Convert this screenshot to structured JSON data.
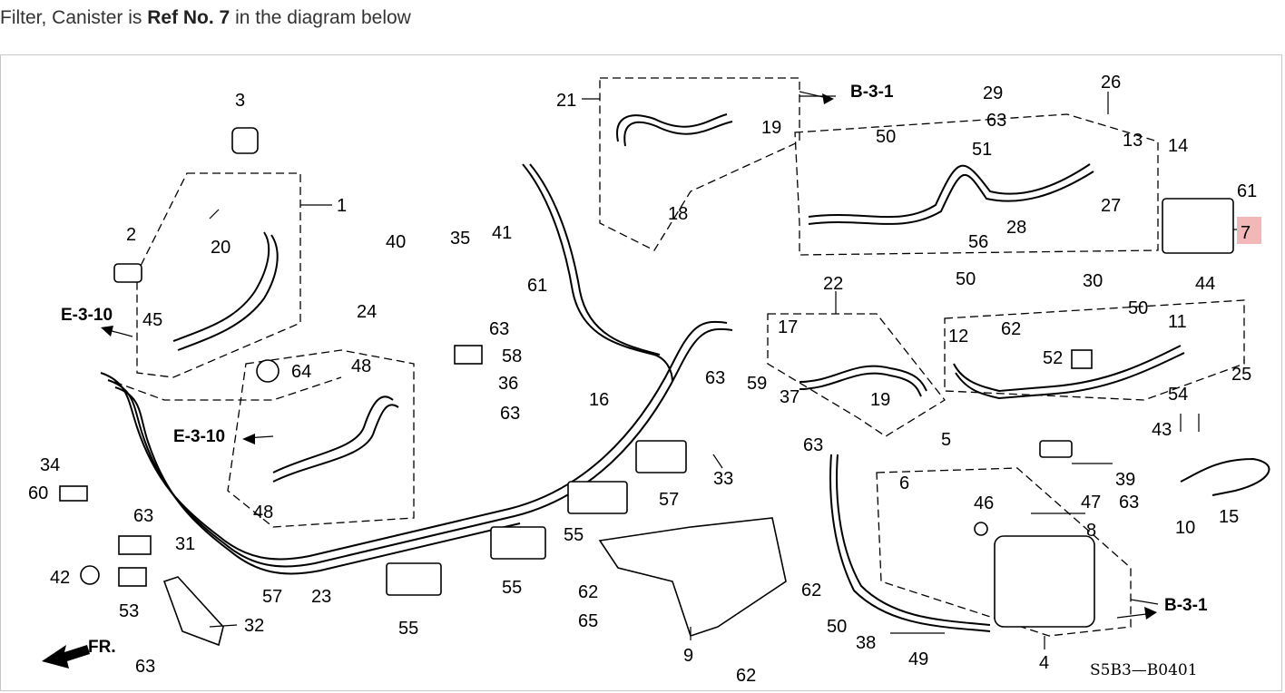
{
  "caption": {
    "prefix": "Filter, Canister is ",
    "ref": "Ref No. 7",
    "suffix": " in the diagram below"
  },
  "diagram": {
    "highlight_color": "#f2b8b8",
    "highlighted_label": "7",
    "code": "S5B3—B0401",
    "front_marker": "FR.",
    "refs": [
      "B-3-1",
      "E-3-10",
      "E-3-10",
      "B-3-1"
    ],
    "labels": [
      "1",
      "2",
      "3",
      "4",
      "5",
      "6",
      "8",
      "9",
      "10",
      "11",
      "12",
      "13",
      "14",
      "15",
      "16",
      "17",
      "18",
      "19",
      "19",
      "20",
      "21",
      "22",
      "23",
      "24",
      "25",
      "26",
      "27",
      "28",
      "29",
      "30",
      "31",
      "32",
      "33",
      "34",
      "35",
      "36",
      "37",
      "38",
      "39",
      "40",
      "41",
      "42",
      "43",
      "44",
      "45",
      "46",
      "47",
      "48",
      "48",
      "49",
      "50",
      "50",
      "50",
      "50",
      "51",
      "52",
      "53",
      "54",
      "55",
      "55",
      "55",
      "56",
      "57",
      "57",
      "58",
      "59",
      "60",
      "61",
      "61",
      "62",
      "62",
      "62",
      "62",
      "63",
      "63",
      "63",
      "63",
      "63",
      "63",
      "63",
      "63",
      "64",
      "65"
    ]
  }
}
